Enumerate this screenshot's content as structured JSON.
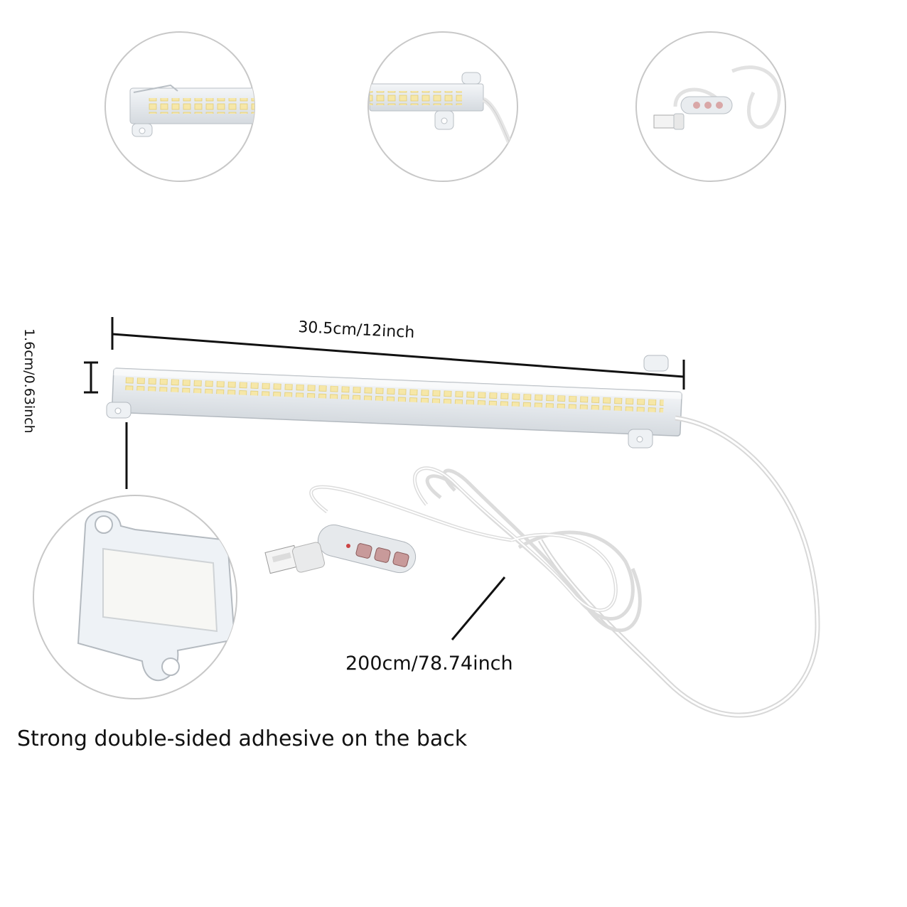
{
  "labels": {
    "length": "30.5cm/12inch",
    "height": "1.6cm/0.63inch",
    "cable": "200cm/78.74inch",
    "caption": "Strong double-sided adhesive on the back"
  },
  "colors": {
    "background": "#ffffff",
    "circle_border": "#c8c8c8",
    "led": "#f6e7a8",
    "cable": "#f0f0f0",
    "dimension_line": "#111111"
  }
}
